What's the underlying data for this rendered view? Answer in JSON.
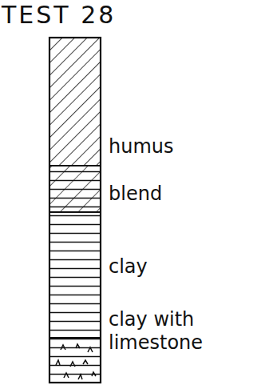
{
  "diagram": {
    "title": "TEST 28",
    "labels": [
      "humus",
      "blend",
      "clay",
      "clay with limestone"
    ]
  }
}
